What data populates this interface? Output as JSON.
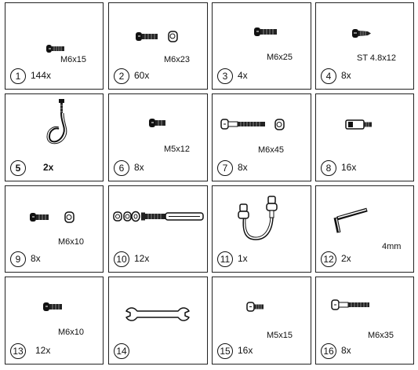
{
  "parts": [
    {
      "number": "1",
      "qty": "144x",
      "size": "M6x15"
    },
    {
      "number": "2",
      "qty": "60x",
      "size": "M6x23"
    },
    {
      "number": "3",
      "qty": "4x",
      "size": "M6x25"
    },
    {
      "number": "4",
      "qty": "8x",
      "size": "ST 4.8x12"
    },
    {
      "number": "5",
      "qty": "2x",
      "size": ""
    },
    {
      "number": "6",
      "qty": "8x",
      "size": "M5x12"
    },
    {
      "number": "7",
      "qty": "8x",
      "size": "M6x45"
    },
    {
      "number": "8",
      "qty": "16x",
      "size": ""
    },
    {
      "number": "9",
      "qty": "8x",
      "size": "M6x10"
    },
    {
      "number": "10",
      "qty": "12x",
      "size": ""
    },
    {
      "number": "11",
      "qty": "1x",
      "size": ""
    },
    {
      "number": "12",
      "qty": "2x",
      "size": "4mm"
    },
    {
      "number": "13",
      "qty": "12x",
      "size": "M6x10"
    },
    {
      "number": "14",
      "qty": "",
      "size": ""
    },
    {
      "number": "15",
      "qty": "16x",
      "size": "M5x15"
    },
    {
      "number": "16",
      "qty": "8x",
      "size": "M6x35"
    }
  ],
  "icons": [
    "bolt-icon",
    "bolt-with-nut-icon",
    "bolt-icon",
    "self-tapping-screw-icon",
    "hook-icon",
    "bolt-icon",
    "bolt-with-nut-icon",
    "standoff-icon",
    "bolt-with-nut-icon",
    "threaded-rod-kit-icon",
    "cable-icon",
    "hex-key-icon",
    "bolt-icon",
    "wrench-icon",
    "bolt-icon",
    "bolt-icon"
  ]
}
